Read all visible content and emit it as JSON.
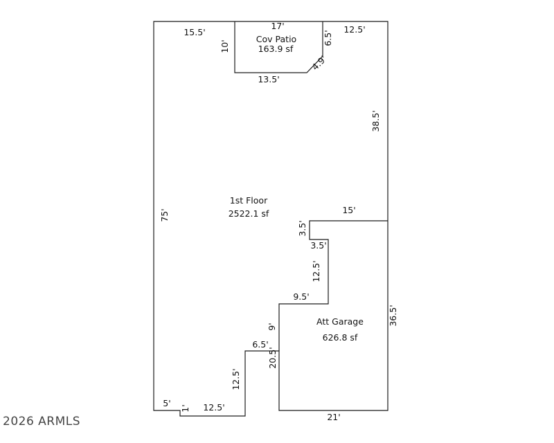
{
  "copyright": "2026 ARMLS",
  "rooms": {
    "first_floor": {
      "name": "1st Floor",
      "area": "2522.1 sf"
    },
    "patio": {
      "name": "Cov Patio",
      "area": "163.9 sf"
    },
    "garage": {
      "name": "Att Garage",
      "area": "626.8 sf"
    }
  },
  "dimensions": {
    "top_left": "15.5'",
    "patio_top": "17'",
    "top_right": "12.5'",
    "patio_left": "10'",
    "patio_right": "6.5'",
    "patio_diagonal": "4.9'",
    "patio_bottom": "13.5'",
    "right_upper": "38.5'",
    "left_side": "75'",
    "garage_top": "15'",
    "notch_vertical": "3.5'",
    "notch_horizontal": "3.5'",
    "step_vertical": "12.5'",
    "step_horizontal": "9.5'",
    "garage_right": "36.5'",
    "garage_left_upper": "9'",
    "small_horizontal": "6.5'",
    "garage_left_lower": "20.5'",
    "lower_vertical": "12.5'",
    "bottom_left": "5'",
    "bottom_jog": "1'",
    "bottom_middle": "12.5'",
    "garage_bottom": "21'"
  }
}
